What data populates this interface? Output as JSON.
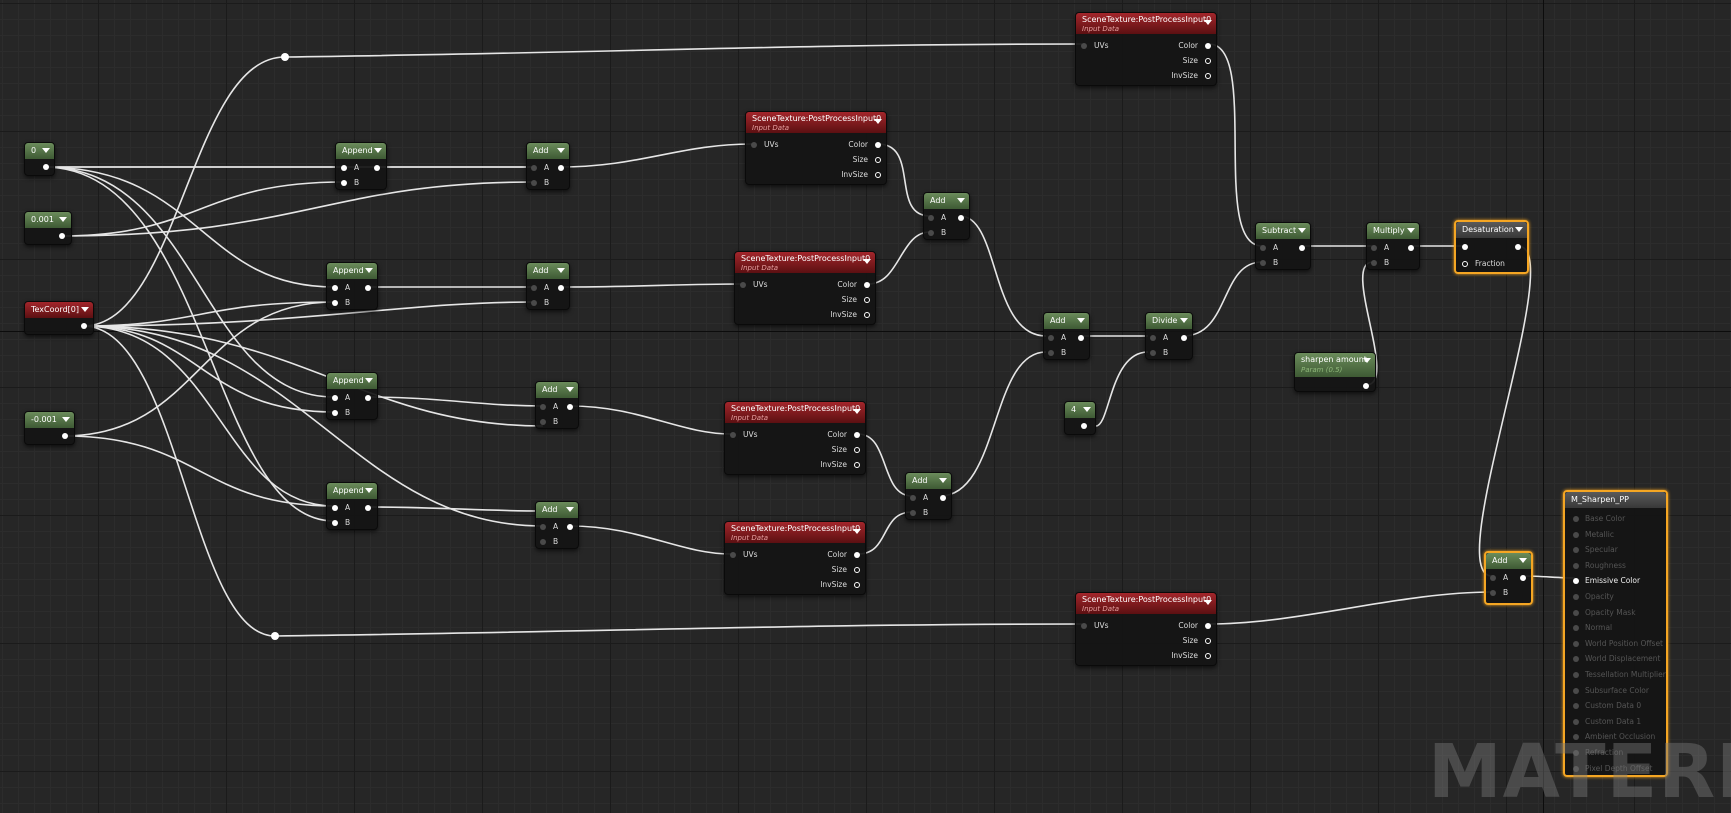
{
  "app": {
    "view": "Material Editor Graph",
    "watermark": "MATERIAL"
  },
  "constants": {
    "c0": {
      "value": "0"
    },
    "c001": {
      "value": "0.001"
    },
    "cneg001": {
      "value": "-0.001"
    },
    "c4": {
      "value": "4"
    },
    "texcoord": {
      "value": "TexCoord[0]"
    }
  },
  "scene_texture": {
    "title": "SceneTexture:PostProcessInput0",
    "subtitle": "Input Data",
    "in_uvs": "UVs",
    "out_color": "Color",
    "out_size": "Size",
    "out_invsize": "InvSize"
  },
  "labels": {
    "append": "Append",
    "add": "Add",
    "subtract": "Subtract",
    "multiply": "Multiply",
    "divide": "Divide",
    "desaturation": "Desaturation",
    "fraction": "Fraction",
    "pin_a": "A",
    "pin_b": "B"
  },
  "param": {
    "name": "sharpen amount",
    "sub": "Param (0.5)"
  },
  "material": {
    "name": "M_Sharpen_PP",
    "inputs": [
      "Base Color",
      "Metallic",
      "Specular",
      "Roughness",
      "Emissive Color",
      "Opacity",
      "Opacity Mask",
      "Normal",
      "World Position Offset",
      "World Displacement",
      "Tessellation Multiplier",
      "Subsurface Color",
      "Custom Data 0",
      "Custom Data 1",
      "Ambient Occlusion",
      "Refraction",
      "Pixel Depth Offset"
    ],
    "active_input": "Emissive Color"
  },
  "colors": {
    "accent_selected": "#f5a623",
    "header_green": "#4f6d43",
    "header_red": "#8a1c20",
    "wire": "#e8e8e8"
  }
}
